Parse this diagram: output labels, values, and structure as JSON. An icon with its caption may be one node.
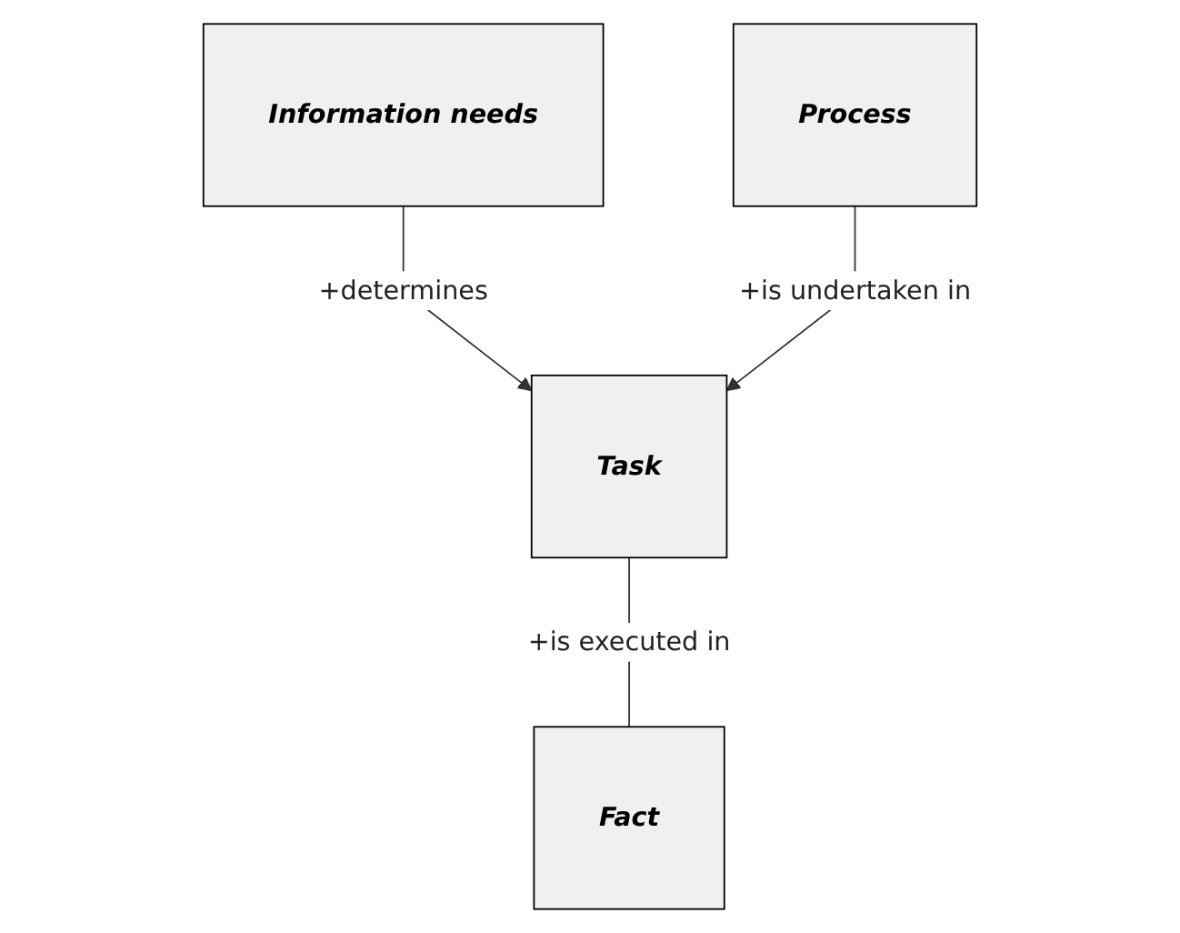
{
  "diagram": {
    "nodes": [
      {
        "text": [
          "Information needs"
        ]
      },
      {
        "text": [
          "Task"
        ]
      },
      {
        "text": [
          "Fact"
        ]
      },
      {
        "text": [
          "Process"
        ]
      }
    ],
    "edges": [
      {
        "from": 0,
        "to": 1,
        "arrow": "to",
        "label": "+determines"
      },
      {
        "from": 1,
        "to": 2,
        "arrow": "none",
        "label": "+is executed in"
      },
      {
        "from": 3,
        "to": 1,
        "arrow": "to",
        "label": "+is undertaken in"
      }
    ]
  }
}
